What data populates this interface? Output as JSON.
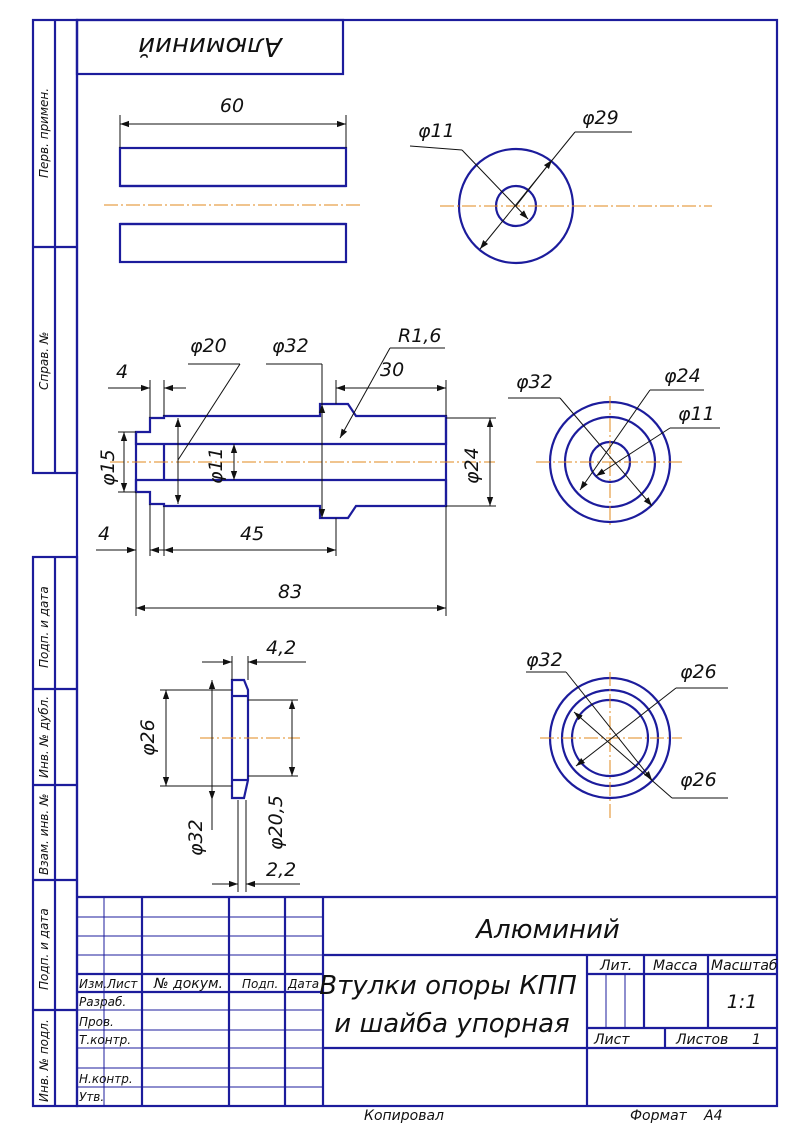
{
  "material_stamp": "Алюминий",
  "side_labels": {
    "perv_primen": "Перв. примен.",
    "sprav_no": "Справ. №",
    "podp_data_1": "Подп. и дата",
    "inv_dubl": "Инв. № дубл.",
    "vzam_inv": "Взам. инв. №",
    "podp_data_2": "Подп. и дата",
    "inv_podl": "Инв. № подл."
  },
  "dimensions": {
    "d1_length": "60",
    "d1_inner": "φ11",
    "d1_outer": "φ29",
    "d2_flange_w": "4",
    "d2_d20": "φ20",
    "d2_d32": "φ32",
    "d2_radius": "R1,6",
    "d2_len30": "30",
    "d2_d15": "φ15",
    "d2_d11": "φ11",
    "d2_d24": "φ24",
    "d2_step4": "4",
    "d2_len45": "45",
    "d2_total83": "83",
    "d2_end_d32": "φ32",
    "d2_end_d24": "φ24",
    "d2_end_d11": "φ11",
    "d3_thick": "4,2",
    "d3_d26": "φ26",
    "d3_d32": "φ32",
    "d3_d205": "φ20,5",
    "d3_base": "2,2",
    "d3_end_d32": "φ32",
    "d3_end_d26a": "φ26",
    "d3_end_d26b": "φ26"
  },
  "title_block": {
    "material": "Алюминий",
    "title_line1": "Втулки опоры КПП",
    "title_line2": "и шайба упорная",
    "col_izm": "Изм.",
    "col_list": "Лист",
    "col_docum": "№ докум.",
    "col_podp": "Подп.",
    "col_data": "Дата",
    "row_razrab": "Разраб.",
    "row_prov": "Пров.",
    "row_tkontr": "Т.контр.",
    "row_nkontr": "Н.контр.",
    "row_utv": "Утв.",
    "lit": "Лит.",
    "massa": "Масса",
    "masshtab": "Масштаб",
    "scale_value": "1:1",
    "sheet": "Лист",
    "sheets": "Листов",
    "sheets_value": "1"
  },
  "footer": {
    "copied": "Копировал",
    "format_label": "Формат",
    "format_value": "А4"
  }
}
